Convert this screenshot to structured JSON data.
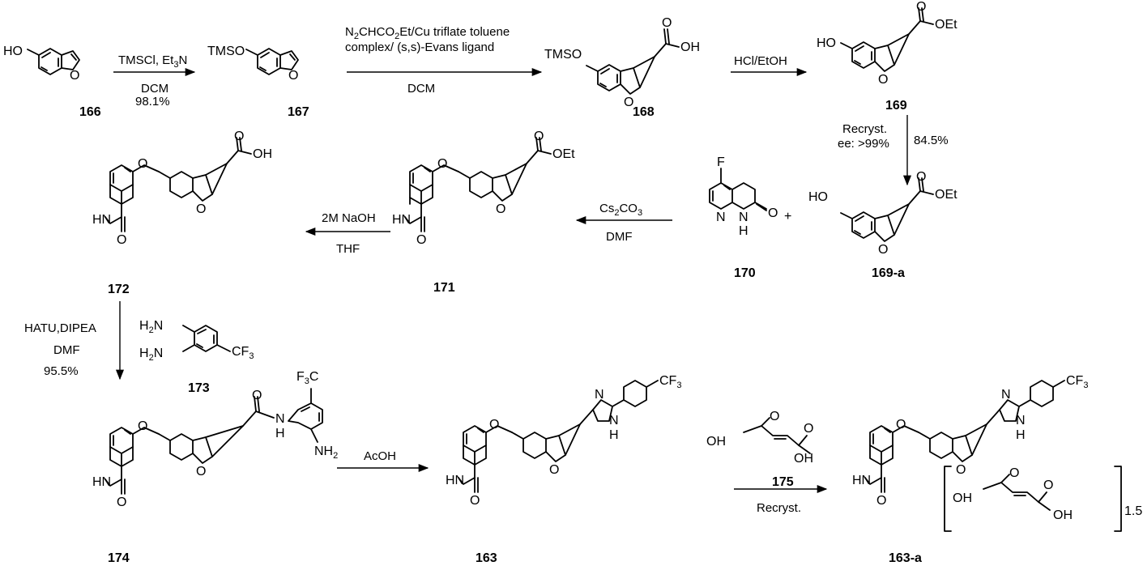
{
  "scheme": {
    "compounds": {
      "c166": "166",
      "c167": "167",
      "c168": "168",
      "c169": "169",
      "c169a": "169-a",
      "c170": "170",
      "c171": "171",
      "c172": "172",
      "c173": "173",
      "c174": "174",
      "c163": "163",
      "c175": "175",
      "c163a": "163-a"
    },
    "conditions": {
      "s1_top": "TMSCl, Et3N",
      "s1_solvent": "DCM",
      "s1_yield": "98.1%",
      "s2_line1": "N2CHCO2Et/Cu triflate toluene",
      "s2_line2": "complex/ (s,s)-Evans ligand",
      "s2_solvent": "DCM",
      "s3": "HCl/EtOH",
      "s4_line1": "Recryst.",
      "s4_line2": "ee: >99%",
      "s4_yield": "84.5%",
      "s5_reagent": "Cs2CO3",
      "s5_solvent": "DMF",
      "s6_reagent": "2M NaOH",
      "s6_solvent": "THF",
      "s7_reagent": "HATU,DIPEA",
      "s7_solvent": "DMF",
      "s7_yield": "95.5%",
      "s8": "AcOH",
      "s9": "Recryst.",
      "plus": "+",
      "stoich": "1.5"
    },
    "atom_labels": {
      "ho": "HO",
      "tmso": "TMSO",
      "o": "O",
      "oh": "OH",
      "oet": "OEt",
      "f": "F",
      "n": "N",
      "h": "H",
      "hn": "HN",
      "cf3": "CF3",
      "f3c": "F3C",
      "nh2": "NH2",
      "h2n": "H2N"
    },
    "colors": {
      "ink": "#000000",
      "background": "#ffffff"
    }
  }
}
